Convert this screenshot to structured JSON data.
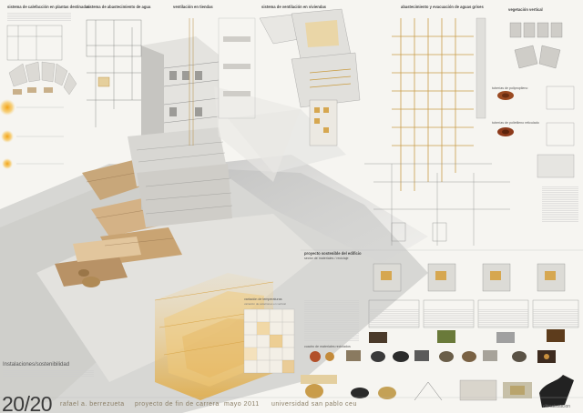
{
  "poster": {
    "section_heading": "Instalaciones/sostenibilidad",
    "section_sub": "",
    "sheet_number": "20/20",
    "footer": {
      "author": "rafael a. berrezueta",
      "project": "proyecto de fin de carrera",
      "date": "mayo 2011",
      "university": "universidad san pablo ceu"
    },
    "signature": "chinaissacion"
  },
  "labels": {
    "col1_title": "sistema de calefacción en plantas destinadas",
    "col2_title": "sistema de abastecimiento de agua",
    "col3_title": "ventilación en tiendas",
    "col4_title": "sistema de ventilación en viviendas",
    "col5_title": "abastecimiento y evacuación de aguas grises",
    "col6_title": "vegetación vertical",
    "center_title": "proyecto sostenible del edificio",
    "center_sub": "sector de materiales / reciclaje",
    "chart_title": "variación de temperaturas",
    "chart_sub": "variación de estaciones en vertical",
    "materials_title": "cuadro de materiales reciclados",
    "pipes_a": "tuberías de polipropileno",
    "pipes_b": "tuberías de polietileno reticulado"
  }
}
